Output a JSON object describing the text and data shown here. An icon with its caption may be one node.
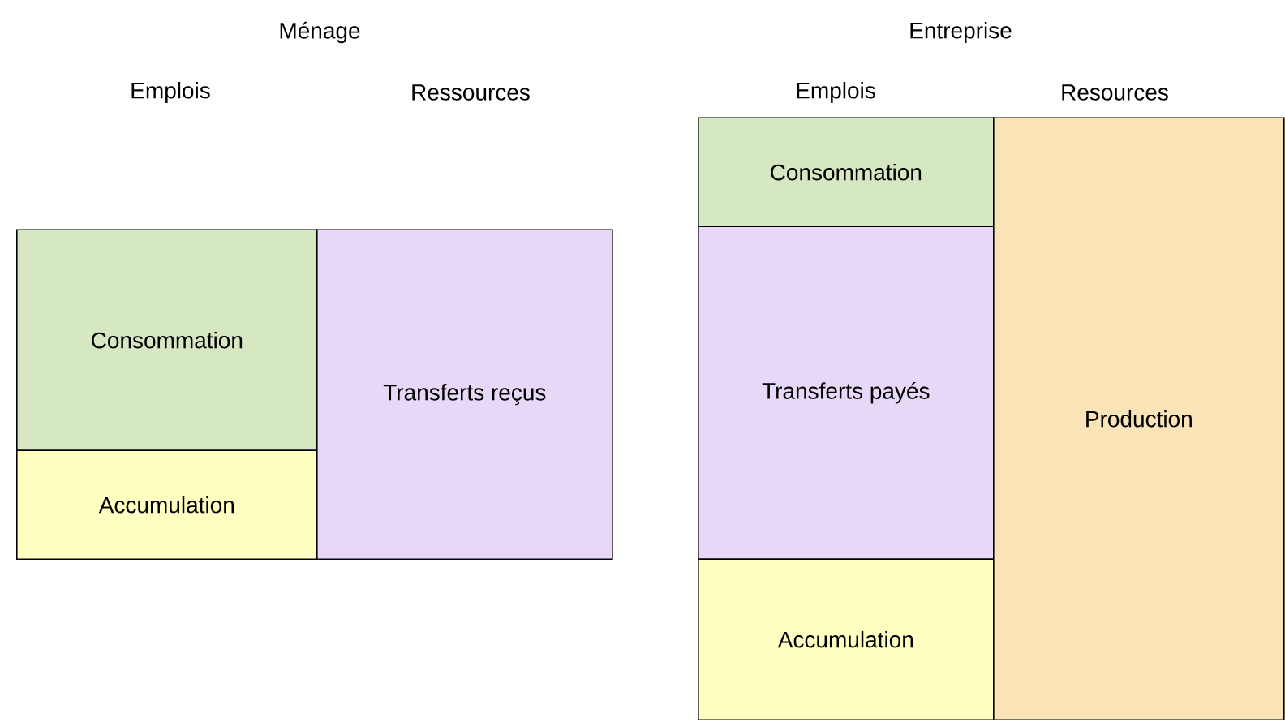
{
  "diagram": {
    "nodes": [
      {
        "text": [
          "Consommation"
        ]
      },
      {
        "text": [
          "Accumulation"
        ]
      },
      {
        "text": [
          "Transferts reçus"
        ]
      },
      {
        "text": [
          "Consommation"
        ]
      },
      {
        "text": [
          "Transferts payés"
        ]
      },
      {
        "text": [
          "Accumulation"
        ]
      },
      {
        "text": [
          "Production"
        ]
      }
    ],
    "labels": [
      "Ménage",
      "Entreprise",
      "Emplois",
      "Ressources",
      "Emplois",
      "Resources"
    ]
  }
}
